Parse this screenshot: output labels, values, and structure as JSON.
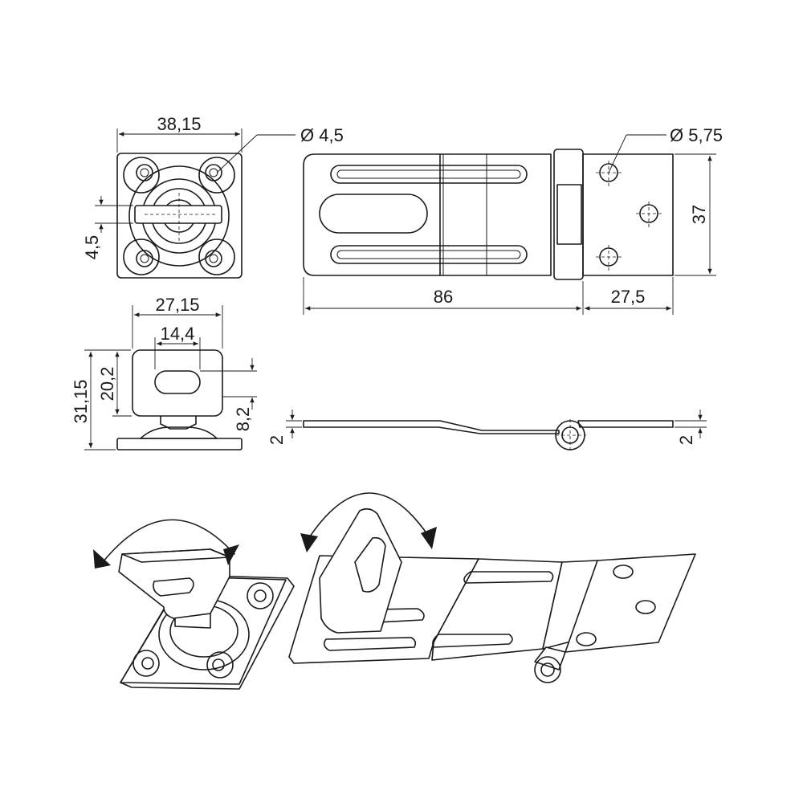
{
  "dimensions": {
    "staple_width": "38,15",
    "staple_hole_dia": "Ø 4,5",
    "staple_slot_offset": "4,5",
    "loop_width": "27,15",
    "loop_slot_width": "14,4",
    "total_height": "31,15",
    "loop_height": "20,2",
    "slot_to_base": "8,2",
    "base_thickness": "2",
    "hasp_hole_dia": "Ø 5,75",
    "hasp_height": "37",
    "hasp_length": "86",
    "hinge_plate_length": "27,5",
    "hasp_thickness": "2"
  }
}
